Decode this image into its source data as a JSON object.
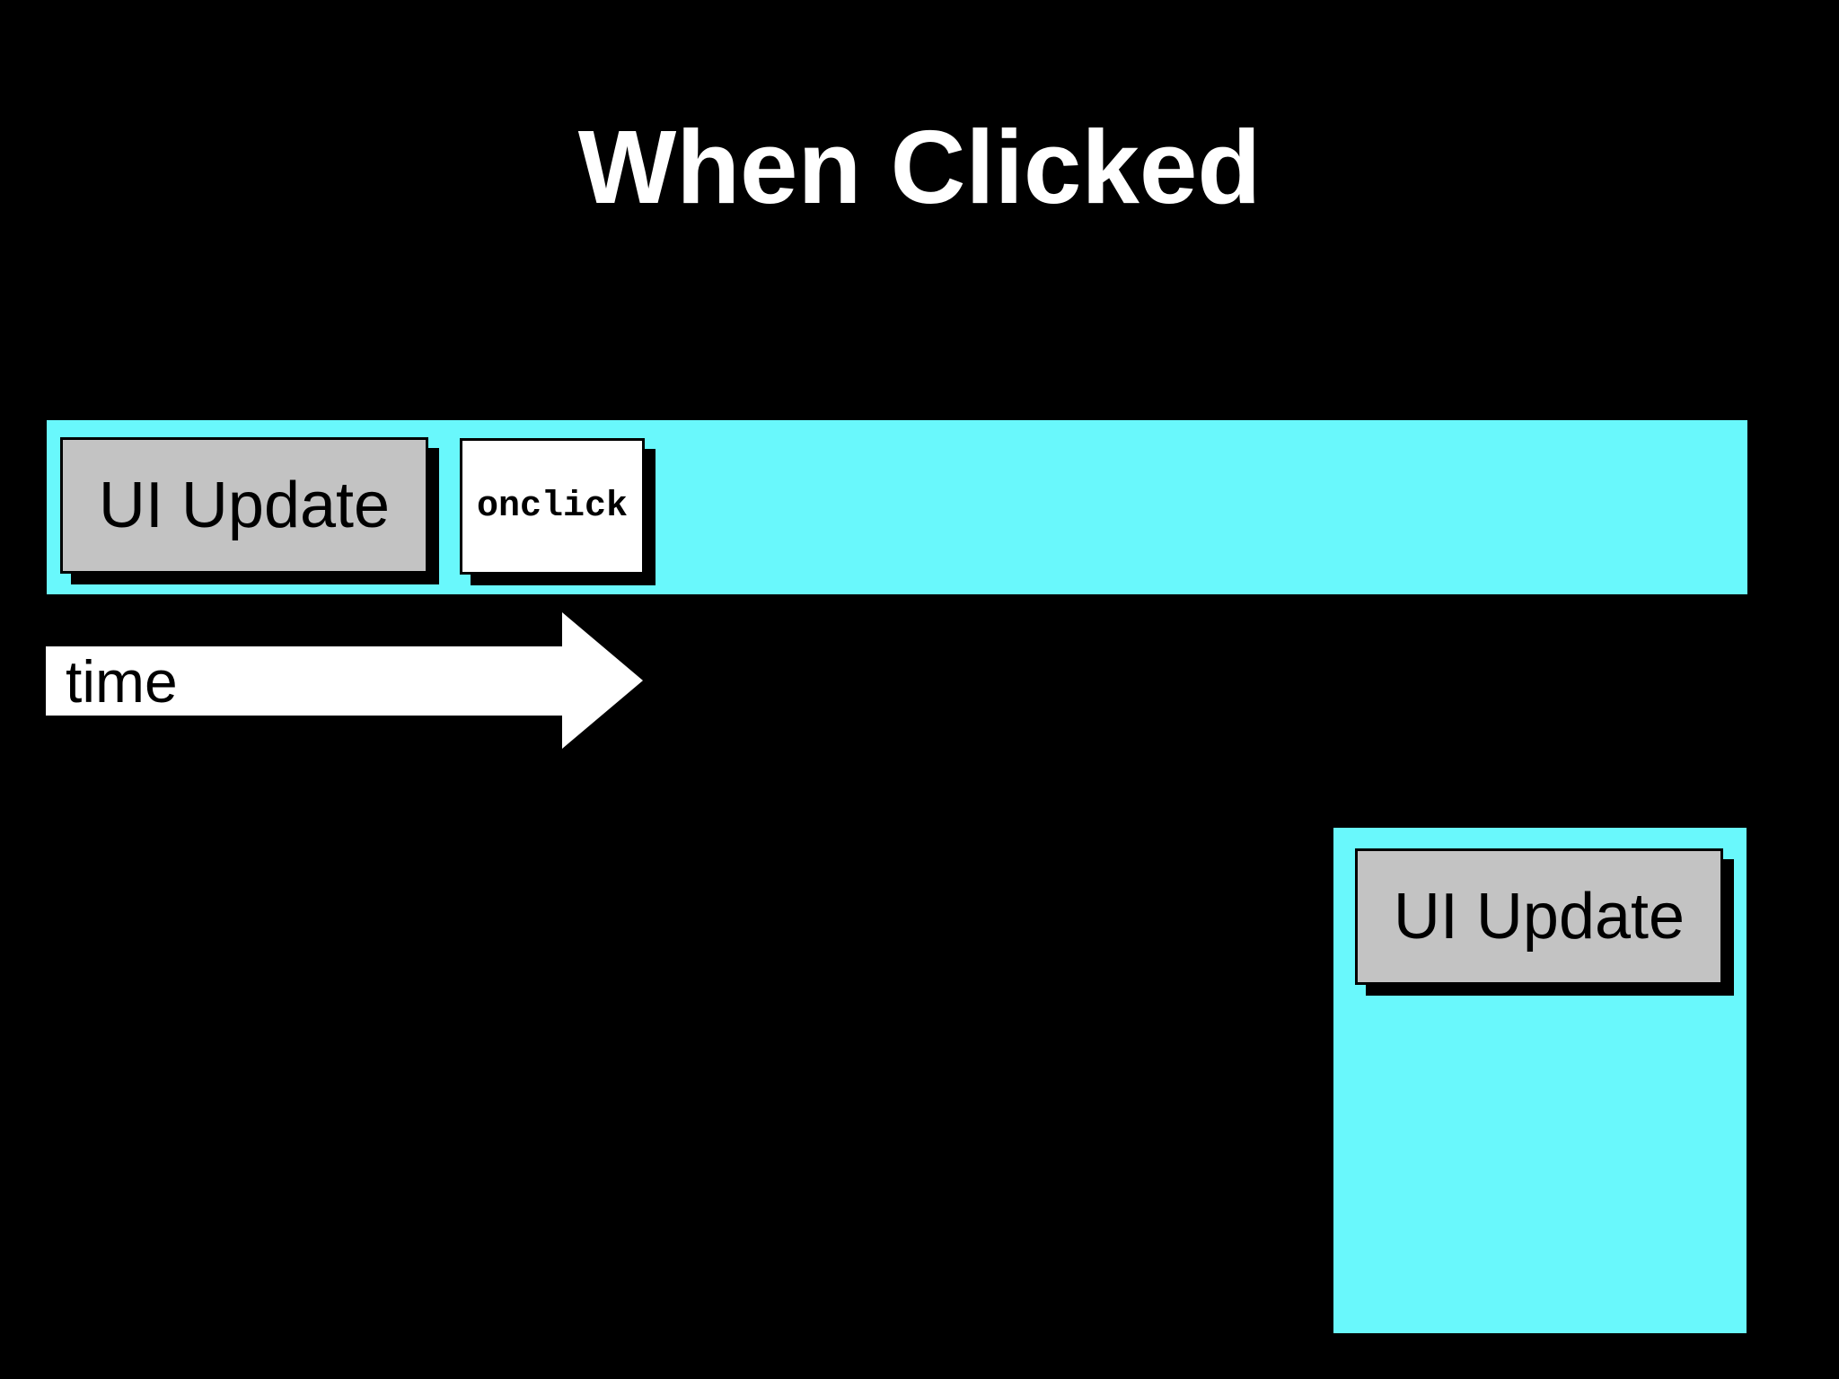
{
  "title": "When Clicked",
  "timeline": {
    "ui_update_label": "UI Update",
    "onclick_label": "onclick"
  },
  "time_arrow": {
    "label": "time"
  },
  "later_block": {
    "ui_update_label": "UI Update"
  },
  "colors": {
    "background": "#000000",
    "track_cyan": "#69f8fc",
    "box_gray": "#c3c3c3",
    "box_white": "#ffffff",
    "title_text": "#ffffff",
    "box_text": "#000000",
    "arrow_fill": "#ffffff",
    "shadow": "#000000"
  }
}
